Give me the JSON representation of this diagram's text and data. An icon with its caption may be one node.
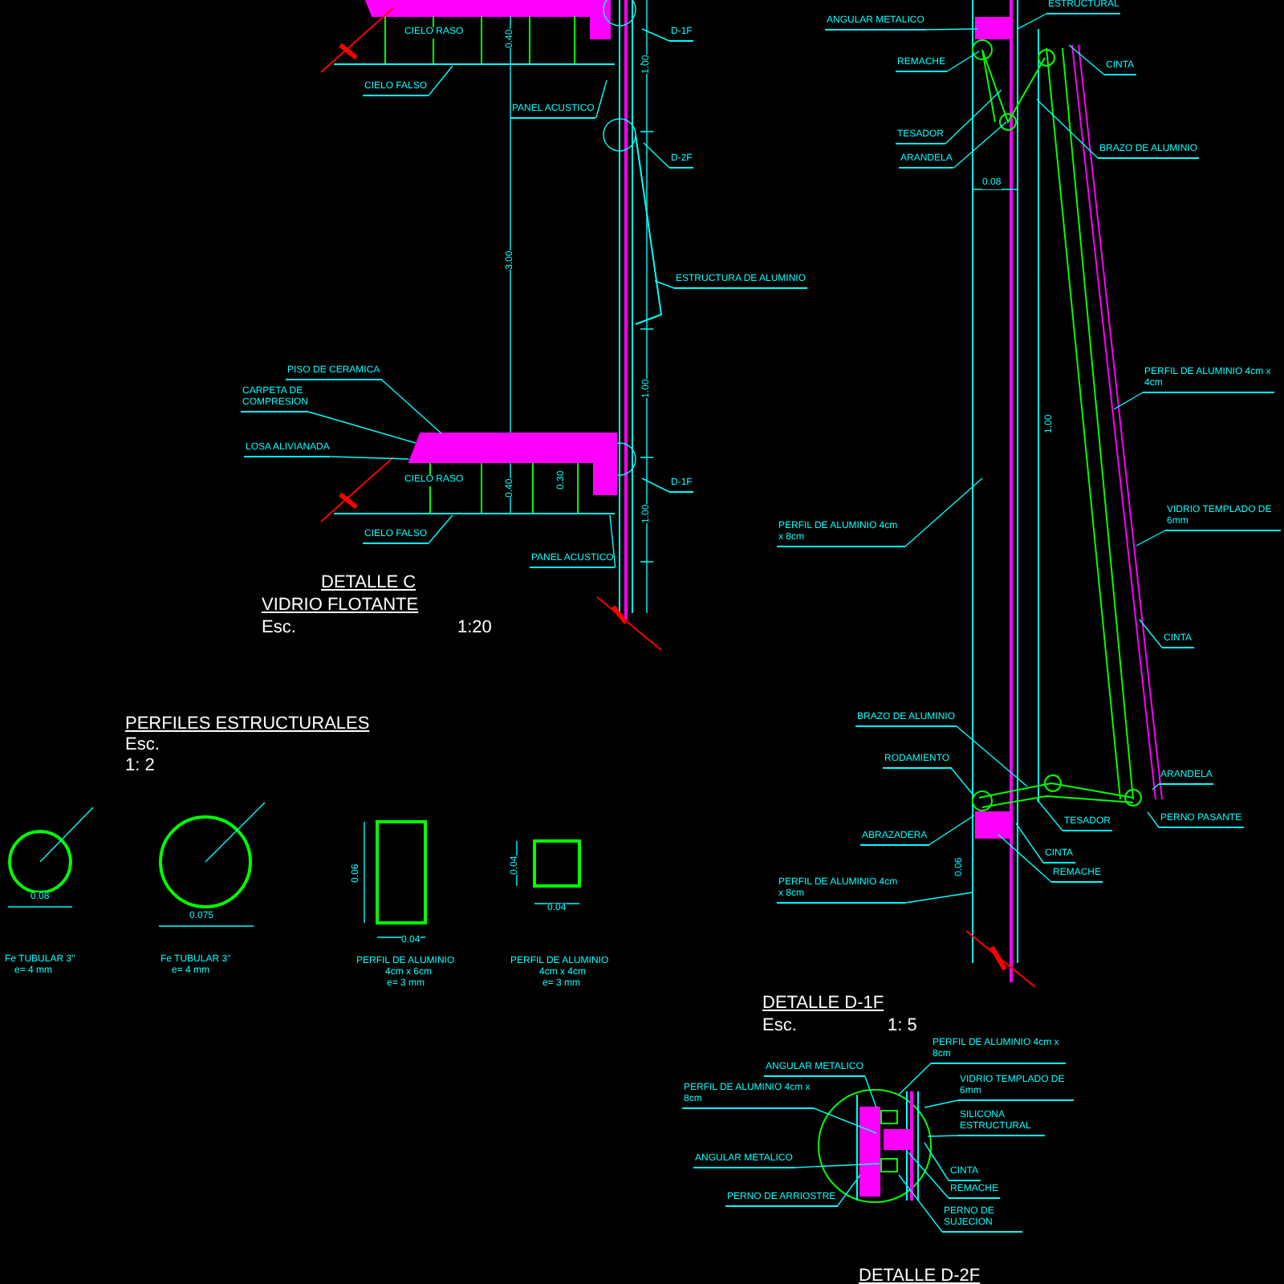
{
  "diagram": {
    "nodes": [
      {
        "text": [
          "CIELO FALSO"
        ]
      },
      {
        "text": [
          "PANEL ACUSTICO"
        ]
      },
      {
        "text": [
          "D-1F"
        ]
      },
      {
        "text": [
          "D-2F"
        ]
      },
      {
        "text": [
          "ESTRUCTURA DE ALUMINIO"
        ]
      },
      {
        "text": [
          "PISO DE CERAMICA"
        ]
      },
      {
        "text": [
          "CARPETA DE COMPRESION"
        ]
      },
      {
        "text": [
          "LOSA ALIVIANADA"
        ]
      },
      {
        "text": [
          "CIELO FALSO"
        ]
      },
      {
        "text": [
          "D-1F"
        ]
      },
      {
        "text": [
          "PANEL ACUSTICO"
        ]
      },
      {
        "text": [
          "ANGULAR METALICO"
        ]
      },
      {
        "text": [
          "ESTRUCTURAL"
        ]
      },
      {
        "text": [
          "REMACHE"
        ]
      },
      {
        "text": [
          "CINTA"
        ]
      },
      {
        "text": [
          "TESADOR"
        ]
      },
      {
        "text": [
          "ARANDELA"
        ]
      },
      {
        "text": [
          "BRAZO DE ALUMINIO"
        ]
      },
      {
        "text": [
          "PERFIL DE ALUMINIO 4cm x 4cm"
        ]
      },
      {
        "text": [
          "PERFIL DE ALUMINIO 4cm x 8cm"
        ]
      },
      {
        "text": [
          "VIDRIO TEMPLADO DE 6mm"
        ]
      },
      {
        "text": [
          "CINTA"
        ]
      },
      {
        "text": [
          "BRAZO DE ALUMINIO"
        ]
      },
      {
        "text": [
          "RODAMIENTO"
        ]
      },
      {
        "text": [
          "ARANDELA"
        ]
      },
      {
        "text": [
          "PERNO PASANTE"
        ]
      },
      {
        "text": [
          "TESADOR"
        ]
      },
      {
        "text": [
          "ABRAZADERA"
        ]
      },
      {
        "text": [
          "CINTA"
        ]
      },
      {
        "text": [
          "REMACHE"
        ]
      },
      {
        "text": [
          "PERFIL DE ALUMINIO 4cm x 8cm"
        ]
      },
      {
        "text": [
          "PERFIL DE ALUMINIO 4cm x 8cm"
        ]
      },
      {
        "text": [
          "ANGULAR METALICO"
        ]
      },
      {
        "text": [
          "PERFIL DE ALUMINIO 4cm x 8cm"
        ]
      },
      {
        "text": [
          "VIDRIO TEMPLADO DE 6mm"
        ]
      },
      {
        "text": [
          "SILICONA ESTRUCTURAL"
        ]
      },
      {
        "text": [
          "ANGULAR METALICO"
        ]
      },
      {
        "text": [
          "CINTA"
        ]
      },
      {
        "text": [
          "REMACHE"
        ]
      },
      {
        "text": [
          "PERNO DE ARRIOSTRE"
        ]
      },
      {
        "text": [
          "PERNO DE SUJECION"
        ]
      },
      {
        "text": [],
        "shape": "box"
      },
      {
        "text": [],
        "shape": "bar"
      }
    ],
    "edges": [
      {
        "from": 0,
        "to": null,
        "arrow": "none"
      },
      {
        "from": 1,
        "to": null,
        "arrow": "none"
      },
      {
        "from": 2,
        "to": null,
        "arrow": "none"
      },
      {
        "from": 3,
        "to": 42,
        "arrow": "none"
      },
      {
        "from": 4,
        "to": 42,
        "arrow": "none"
      },
      {
        "from": 5,
        "to": 41,
        "arrow": "none"
      },
      {
        "from": 6,
        "to": 41,
        "arrow": "none"
      },
      {
        "from": 7,
        "to": 41,
        "arrow": "none"
      },
      {
        "from": 8,
        "to": null,
        "arrow": "none"
      },
      {
        "from": 9,
        "to": null,
        "arrow": "none"
      },
      {
        "from": 10,
        "to": null,
        "arrow": "none"
      },
      {
        "from": 11,
        "to": null,
        "arrow": "none"
      },
      {
        "from": 12,
        "to": null,
        "arrow": "none"
      },
      {
        "from": 13,
        "to": null,
        "arrow": "none"
      },
      {
        "from": 14,
        "to": null,
        "arrow": "none"
      },
      {
        "from": 15,
        "to": null,
        "arrow": "none"
      },
      {
        "from": 16,
        "to": null,
        "arrow": "none"
      },
      {
        "from": 17,
        "to": null,
        "arrow": "none"
      },
      {
        "from": 18,
        "to": null,
        "arrow": "none"
      },
      {
        "from": 19,
        "to": null,
        "arrow": "none"
      },
      {
        "from": 20,
        "to": null,
        "arrow": "none"
      },
      {
        "from": 21,
        "to": null,
        "arrow": "none"
      },
      {
        "from": 22,
        "to": null,
        "arrow": "none"
      },
      {
        "from": 23,
        "to": null,
        "arrow": "none"
      },
      {
        "from": 24,
        "to": null,
        "arrow": "none"
      },
      {
        "from": 25,
        "to": null,
        "arrow": "none"
      },
      {
        "from": 26,
        "to": null,
        "arrow": "none"
      },
      {
        "from": 27,
        "to": null,
        "arrow": "none"
      },
      {
        "from": 28,
        "to": null,
        "arrow": "none"
      },
      {
        "from": 29,
        "to": null,
        "arrow": "none"
      },
      {
        "from": 30,
        "to": null,
        "arrow": "none"
      },
      {
        "from": 31,
        "to": null,
        "arrow": "none"
      },
      {
        "from": 32,
        "to": null,
        "arrow": "none"
      },
      {
        "from": 33,
        "to": null,
        "arrow": "none"
      },
      {
        "from": 34,
        "to": null,
        "arrow": "none"
      },
      {
        "from": 35,
        "to": null,
        "arrow": "none"
      },
      {
        "from": 36,
        "to": null,
        "arrow": "none"
      },
      {
        "from": 37,
        "to": null,
        "arrow": "none"
      },
      {
        "from": 38,
        "to": null,
        "arrow": "none"
      },
      {
        "from": 39,
        "to": null,
        "arrow": "none"
      },
      {
        "from": 40,
        "to": null,
        "arrow": "none"
      }
    ],
    "labels": [
      "CIELO RASO",
      "CIELO RASO",
      "0.40",
      "1.00",
      "3.00",
      "1.00",
      "0.40",
      "0.30",
      "1.00",
      "DETALLE C",
      "VIDRIO FLOTANTE",
      "Esc.",
      "1:20",
      "0.08",
      "1.00",
      "0.06",
      "DETALLE D-1F",
      "Esc.",
      "1: 5",
      "DETALLE D-2F",
      "PERFILES ESTRUCTURALES",
      "Esc.",
      "1: 2",
      "0.08",
      "0.075",
      "0.06",
      "0.04",
      "0.04",
      "0.04",
      "Fe TUBULAR 3\"",
      "e= 4 mm",
      "Fe TUBULAR 3\"",
      "e= 4 mm",
      "PERFIL DE ALUMINIO",
      "4cm x 6cm",
      "e= 3 mm",
      "PERFIL DE ALUMINIO",
      "4cm x 4cm",
      "e= 3 mm"
    ]
  }
}
